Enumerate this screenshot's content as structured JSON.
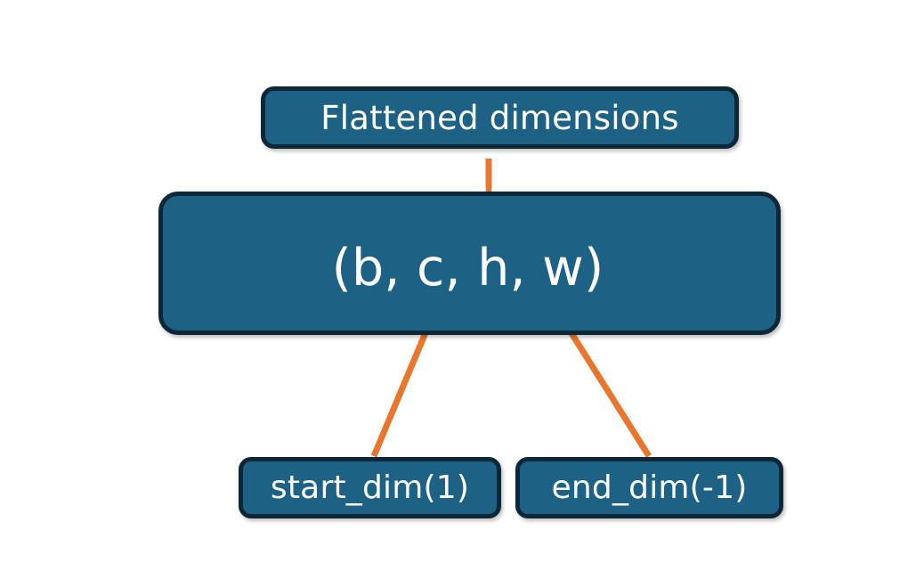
{
  "diagram": {
    "title": "PyTorch flatten start_dim / end_dim illustration",
    "background_color": "#ffffff",
    "box_fill_color": "#1d6185",
    "box_border_color": "#0c2738",
    "connector_color": "#e8762c",
    "label_color": "#ffffff",
    "nodes": {
      "flattened": {
        "label": "Flattened dimensions"
      },
      "dims": {
        "label": "(b, c, h, w)"
      },
      "start_dim": {
        "label": "start_dim(1)"
      },
      "end_dim": {
        "label": "end_dim(-1)"
      }
    },
    "connectors": {
      "brace": {
        "name": "curly-brace-spanning-c-h-w",
        "from": "dims",
        "to": "flattened"
      },
      "arrow_start": {
        "name": "arrow-start-dim-to-c",
        "from": "start_dim",
        "to": "dims"
      },
      "arrow_end": {
        "name": "arrow-end-dim-to-w",
        "from": "end_dim",
        "to": "dims"
      }
    }
  }
}
